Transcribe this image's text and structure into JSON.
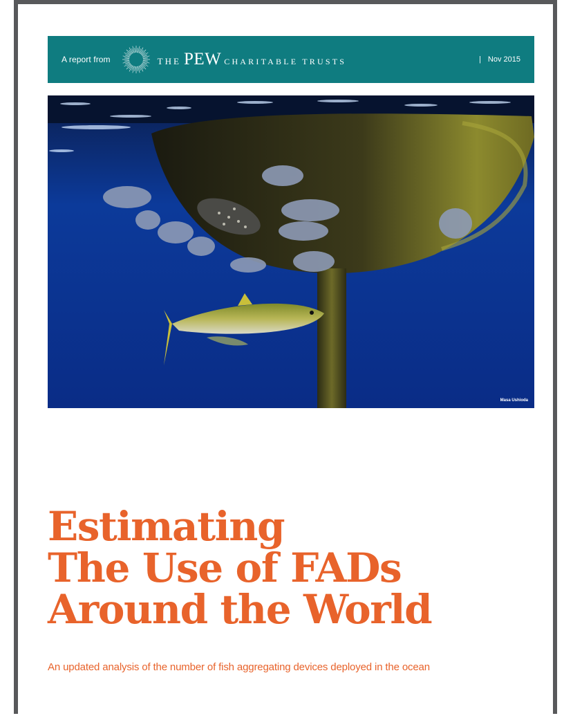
{
  "header": {
    "prefix": "A report from",
    "org_the": "THE",
    "org_pew": "PEW",
    "org_rest": "CHARITABLE TRUSTS",
    "separator": "|",
    "date": "Nov 2015",
    "band_color": "#0f7c80",
    "logo_icon": "sunburst-icon"
  },
  "photo": {
    "credit": "Masa Ushioda"
  },
  "title": {
    "lines": [
      "Estimating",
      "The Use of FADs",
      "Around the World"
    ],
    "color": "#e8632b"
  },
  "subtitle": "An updated analysis of the number of fish aggregating devices deployed in the ocean"
}
